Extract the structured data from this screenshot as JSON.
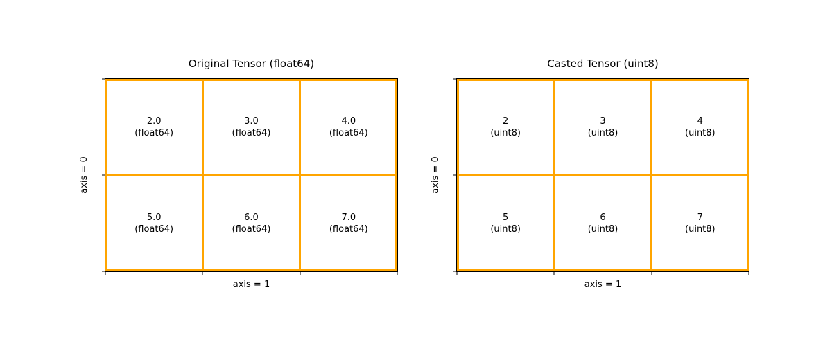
{
  "figure": {
    "background": "#ffffff",
    "grid_color": "#FFA500",
    "spine_color": "#000000",
    "text_color": "#000000"
  },
  "plots": [
    {
      "title": "Original Tensor (float64)",
      "xlabel": "axis = 1",
      "ylabel": "axis = 0",
      "cells": [
        {
          "value": "2.0",
          "dtype": "(float64)"
        },
        {
          "value": "3.0",
          "dtype": "(float64)"
        },
        {
          "value": "4.0",
          "dtype": "(float64)"
        },
        {
          "value": "5.0",
          "dtype": "(float64)"
        },
        {
          "value": "6.0",
          "dtype": "(float64)"
        },
        {
          "value": "7.0",
          "dtype": "(float64)"
        }
      ]
    },
    {
      "title": "Casted Tensor (uint8)",
      "xlabel": "axis = 1",
      "ylabel": "axis = 0",
      "cells": [
        {
          "value": "2",
          "dtype": "(uint8)"
        },
        {
          "value": "3",
          "dtype": "(uint8)"
        },
        {
          "value": "4",
          "dtype": "(uint8)"
        },
        {
          "value": "5",
          "dtype": "(uint8)"
        },
        {
          "value": "6",
          "dtype": "(uint8)"
        },
        {
          "value": "7",
          "dtype": "(uint8)"
        }
      ]
    }
  ],
  "chart_data": [
    {
      "type": "heatmap",
      "title": "Original Tensor (float64)",
      "xlabel": "axis = 1",
      "ylabel": "axis = 0",
      "dtype": "float64",
      "shape": [
        2,
        3
      ],
      "rows": [
        [
          2.0,
          3.0,
          4.0
        ],
        [
          5.0,
          6.0,
          7.0
        ]
      ],
      "grid": true,
      "legend_position": "none",
      "tick_labels": "none"
    },
    {
      "type": "heatmap",
      "title": "Casted Tensor (uint8)",
      "xlabel": "axis = 1",
      "ylabel": "axis = 0",
      "dtype": "uint8",
      "shape": [
        2,
        3
      ],
      "rows": [
        [
          2,
          3,
          4
        ],
        [
          5,
          6,
          7
        ]
      ],
      "grid": true,
      "legend_position": "none",
      "tick_labels": "none"
    }
  ]
}
